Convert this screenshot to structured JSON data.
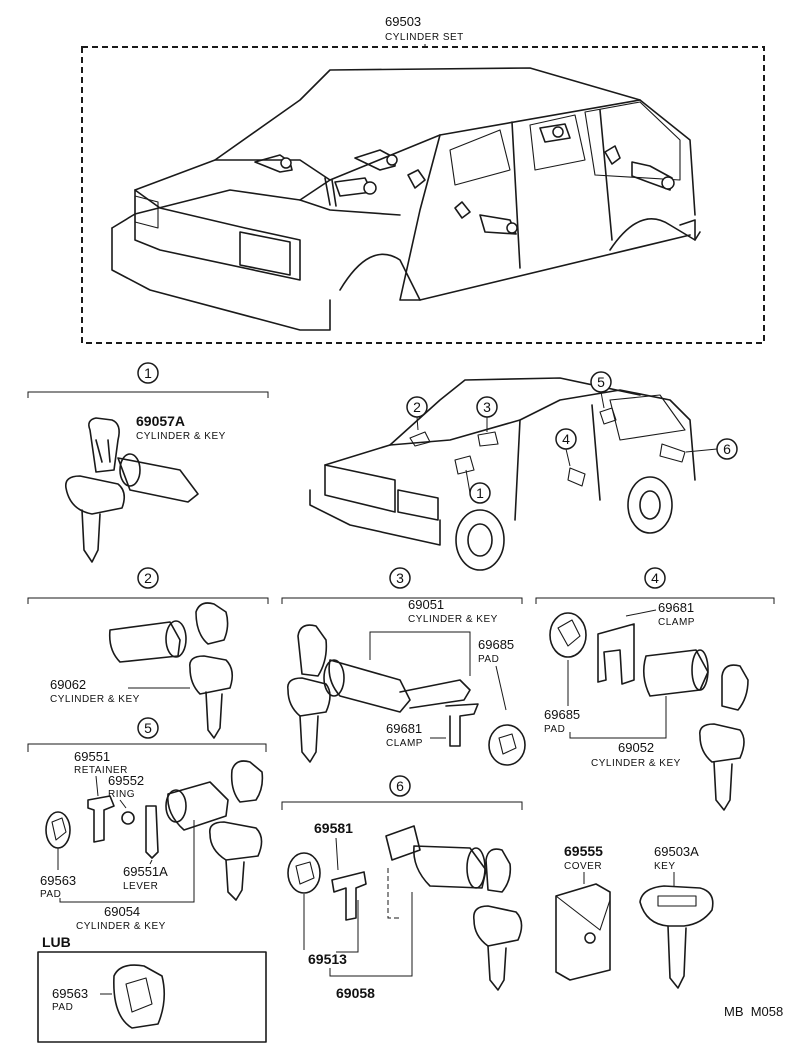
{
  "cylinder_set": {
    "part_no": "69503",
    "name": "CYLINDER SET"
  },
  "callouts": [
    "1",
    "2",
    "3",
    "4",
    "5",
    "6"
  ],
  "sections": [
    {
      "id": "1",
      "parts": [
        {
          "part_no": "69057A",
          "name": "CYLINDER & KEY"
        }
      ]
    },
    {
      "id": "2",
      "parts": [
        {
          "part_no": "69062",
          "name": "CYLINDER & KEY"
        }
      ]
    },
    {
      "id": "3",
      "parts": [
        {
          "part_no": "69051",
          "name": "CYLINDER & KEY"
        },
        {
          "part_no": "69685",
          "name": "PAD"
        },
        {
          "part_no": "69681",
          "name": "CLAMP"
        }
      ]
    },
    {
      "id": "4",
      "parts": [
        {
          "part_no": "69681",
          "name": "CLAMP"
        },
        {
          "part_no": "69685",
          "name": "PAD"
        },
        {
          "part_no": "69052",
          "name": "CYLINDER & KEY"
        }
      ]
    },
    {
      "id": "5",
      "parts": [
        {
          "part_no": "69551",
          "name": "RETAINER"
        },
        {
          "part_no": "69552",
          "name": "RING"
        },
        {
          "part_no": "69551A",
          "name": "LEVER"
        },
        {
          "part_no": "69563",
          "name": "PAD"
        },
        {
          "part_no": "69054",
          "name": "CYLINDER & KEY"
        }
      ]
    },
    {
      "id": "6",
      "parts": [
        {
          "part_no": "69581",
          "name": ""
        },
        {
          "part_no": "69513",
          "name": ""
        },
        {
          "part_no": "69058",
          "name": ""
        }
      ]
    }
  ],
  "lub": {
    "label": "LUB",
    "part_no": "69563",
    "name": "PAD"
  },
  "extras": [
    {
      "part_no": "69555",
      "name": "COVER"
    },
    {
      "part_no": "69503A",
      "name": "KEY"
    }
  ],
  "diagram_code": "MB  M058"
}
